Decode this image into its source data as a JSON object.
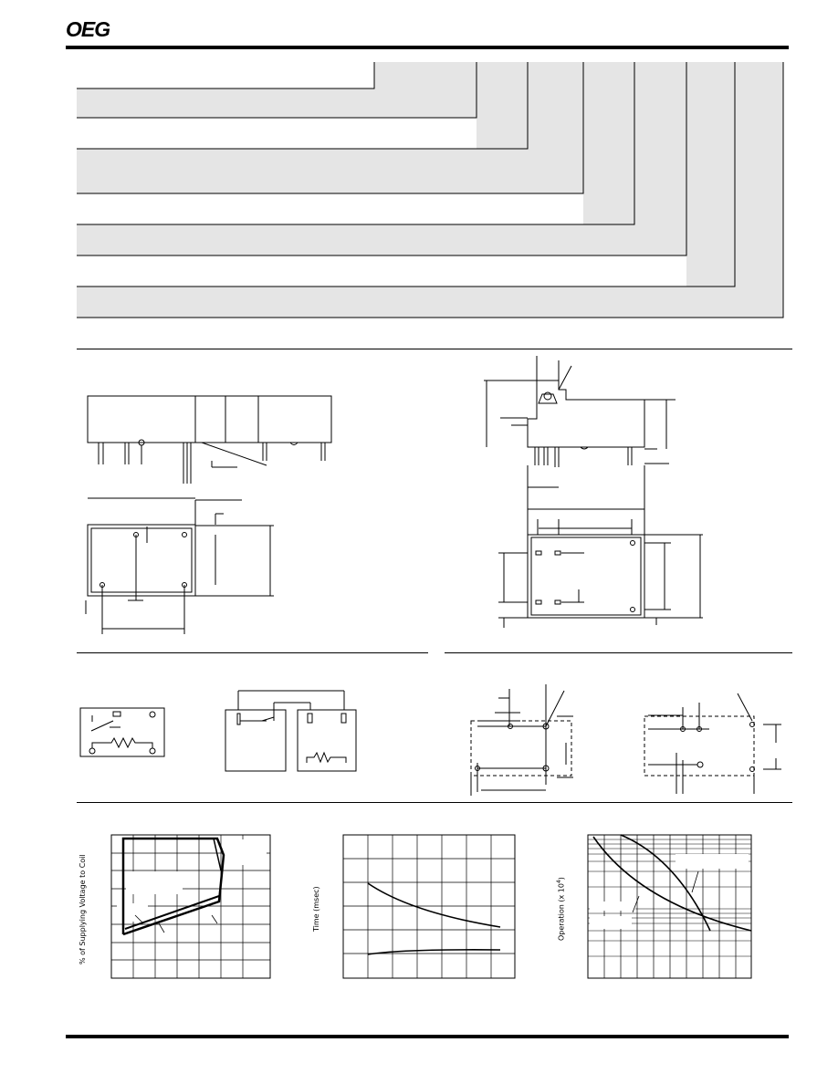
{
  "header": {
    "brand": "OEG"
  },
  "performance_charts": {
    "coil_voltage": {
      "ylabel": "% of Supplying Voltage to Coil"
    },
    "timing": {
      "ylabel": "Time (msec)"
    },
    "life": {
      "ylabel": "Operation (x 10",
      "ylabel_exp": "4",
      "ylabel_tail": ")"
    }
  }
}
